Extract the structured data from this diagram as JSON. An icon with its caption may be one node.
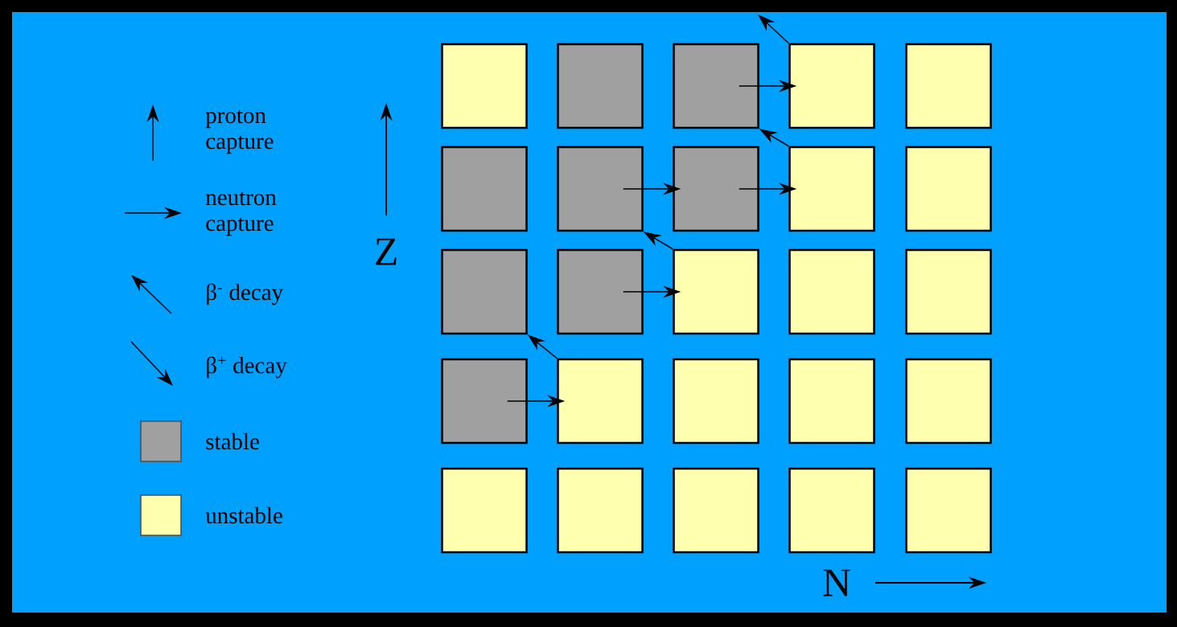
{
  "diagram": {
    "nodes": [
      {
        "text": [],
        "shape": "box"
      },
      {
        "text": [],
        "shape": "box"
      },
      {
        "text": [],
        "shape": "box"
      },
      {
        "text": [],
        "shape": "box"
      },
      {
        "text": [],
        "shape": "box"
      },
      {
        "text": [],
        "shape": "box"
      },
      {
        "text": [],
        "shape": "box"
      },
      {
        "text": [],
        "shape": "box"
      },
      {
        "text": [],
        "shape": "box"
      },
      {
        "text": [],
        "shape": "box"
      },
      {
        "text": [],
        "shape": "box"
      },
      {
        "text": [],
        "shape": "box"
      },
      {
        "text": [],
        "shape": "box"
      },
      {
        "text": [],
        "shape": "box"
      },
      {
        "text": [],
        "shape": "box"
      },
      {
        "text": [],
        "shape": "box"
      },
      {
        "text": [],
        "shape": "box"
      },
      {
        "text": [],
        "shape": "box"
      },
      {
        "text": [],
        "shape": "box"
      },
      {
        "text": [],
        "shape": "box"
      },
      {
        "text": [],
        "shape": "box"
      },
      {
        "text": [],
        "shape": "box"
      },
      {
        "text": [],
        "shape": "box"
      },
      {
        "text": [],
        "shape": "box"
      },
      {
        "text": [],
        "shape": "box"
      }
    ],
    "edges": [
      {
        "from": 15,
        "to": 16,
        "arrow": "to"
      },
      {
        "from": 16,
        "to": 10,
        "arrow": "to"
      },
      {
        "from": 11,
        "to": 12,
        "arrow": "to"
      },
      {
        "from": 12,
        "to": 6,
        "arrow": "to"
      },
      {
        "from": 6,
        "to": 7,
        "arrow": "to"
      },
      {
        "from": 7,
        "to": 8,
        "arrow": "to"
      },
      {
        "from": 8,
        "to": 2,
        "arrow": "to"
      },
      {
        "from": 2,
        "to": 3,
        "arrow": "to"
      },
      {
        "from": 3,
        "to": null,
        "arrow": "to"
      }
    ],
    "labels": [
      "Z",
      "N"
    ],
    "legend": [
      {
        "text": "proton capture"
      },
      {
        "text": "neutron capture"
      },
      {
        "text": "β$^{-}$ decay"
      },
      {
        "text": "β$^{+}$ decay"
      },
      {
        "text": "stable",
        "color": "#a0a0a0"
      },
      {
        "text": "unstable",
        "color": "#ffffb0"
      }
    ]
  }
}
